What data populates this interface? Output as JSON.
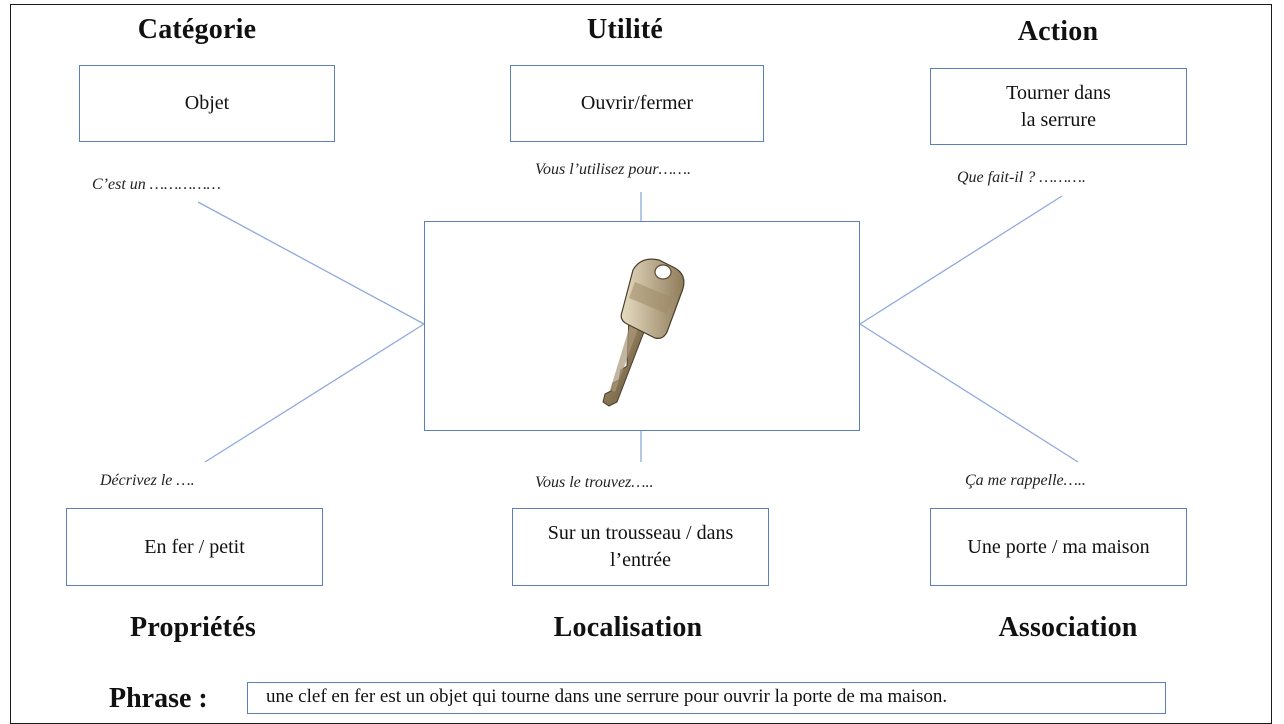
{
  "categories": {
    "categorie": {
      "heading": "Catégorie",
      "prompt": "C’est un ……………",
      "answer": "Objet"
    },
    "utilite": {
      "heading": "Utilité",
      "prompt": "Vous l’utilisez pour…….",
      "answer": "Ouvrir/fermer"
    },
    "action": {
      "heading": "Action",
      "prompt": "Que fait-il ? ……….",
      "answer": "Tourner dans\nla serrure"
    },
    "proprietes": {
      "heading": "Propriétés",
      "prompt": "Décrivez le ….",
      "answer": "En fer / petit"
    },
    "localisation": {
      "heading": "Localisation",
      "prompt": "Vous le trouvez…..",
      "answer": "Sur un trousseau / dans\nl’entrée"
    },
    "association": {
      "heading": "Association",
      "prompt": "Ça me rappelle…..",
      "answer": "Une porte / ma maison"
    }
  },
  "center": {
    "image": "key-photo",
    "icon": "key-icon"
  },
  "phrase": {
    "label": "Phrase :",
    "text": "une clef en fer est un objet qui tourne dans une serrure pour ouvrir la porte de ma maison."
  },
  "colors": {
    "box_border": "#5b7fb8",
    "connector": "#8faadc",
    "frame": "#1b1b1b",
    "text": "#111111"
  }
}
